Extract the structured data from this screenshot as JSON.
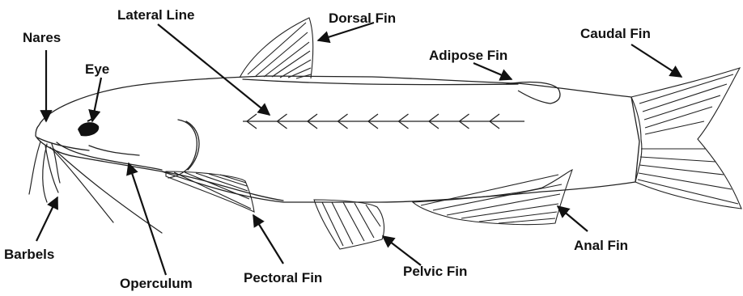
{
  "labels": {
    "lateral_line": "Lateral Line",
    "dorsal_fin": "Dorsal Fin",
    "nares": "Nares",
    "eye": "Eye",
    "adipose_fin": "Adipose Fin",
    "caudal_fin": "Caudal Fin",
    "barbels": "Barbels",
    "operculum": "Operculum",
    "pectoral_fin": "Pectoral Fin",
    "pelvic_fin": "Pelvic Fin",
    "anal_fin": "Anal Fin"
  },
  "colors": {
    "ink": "#111111",
    "background": "#ffffff"
  }
}
